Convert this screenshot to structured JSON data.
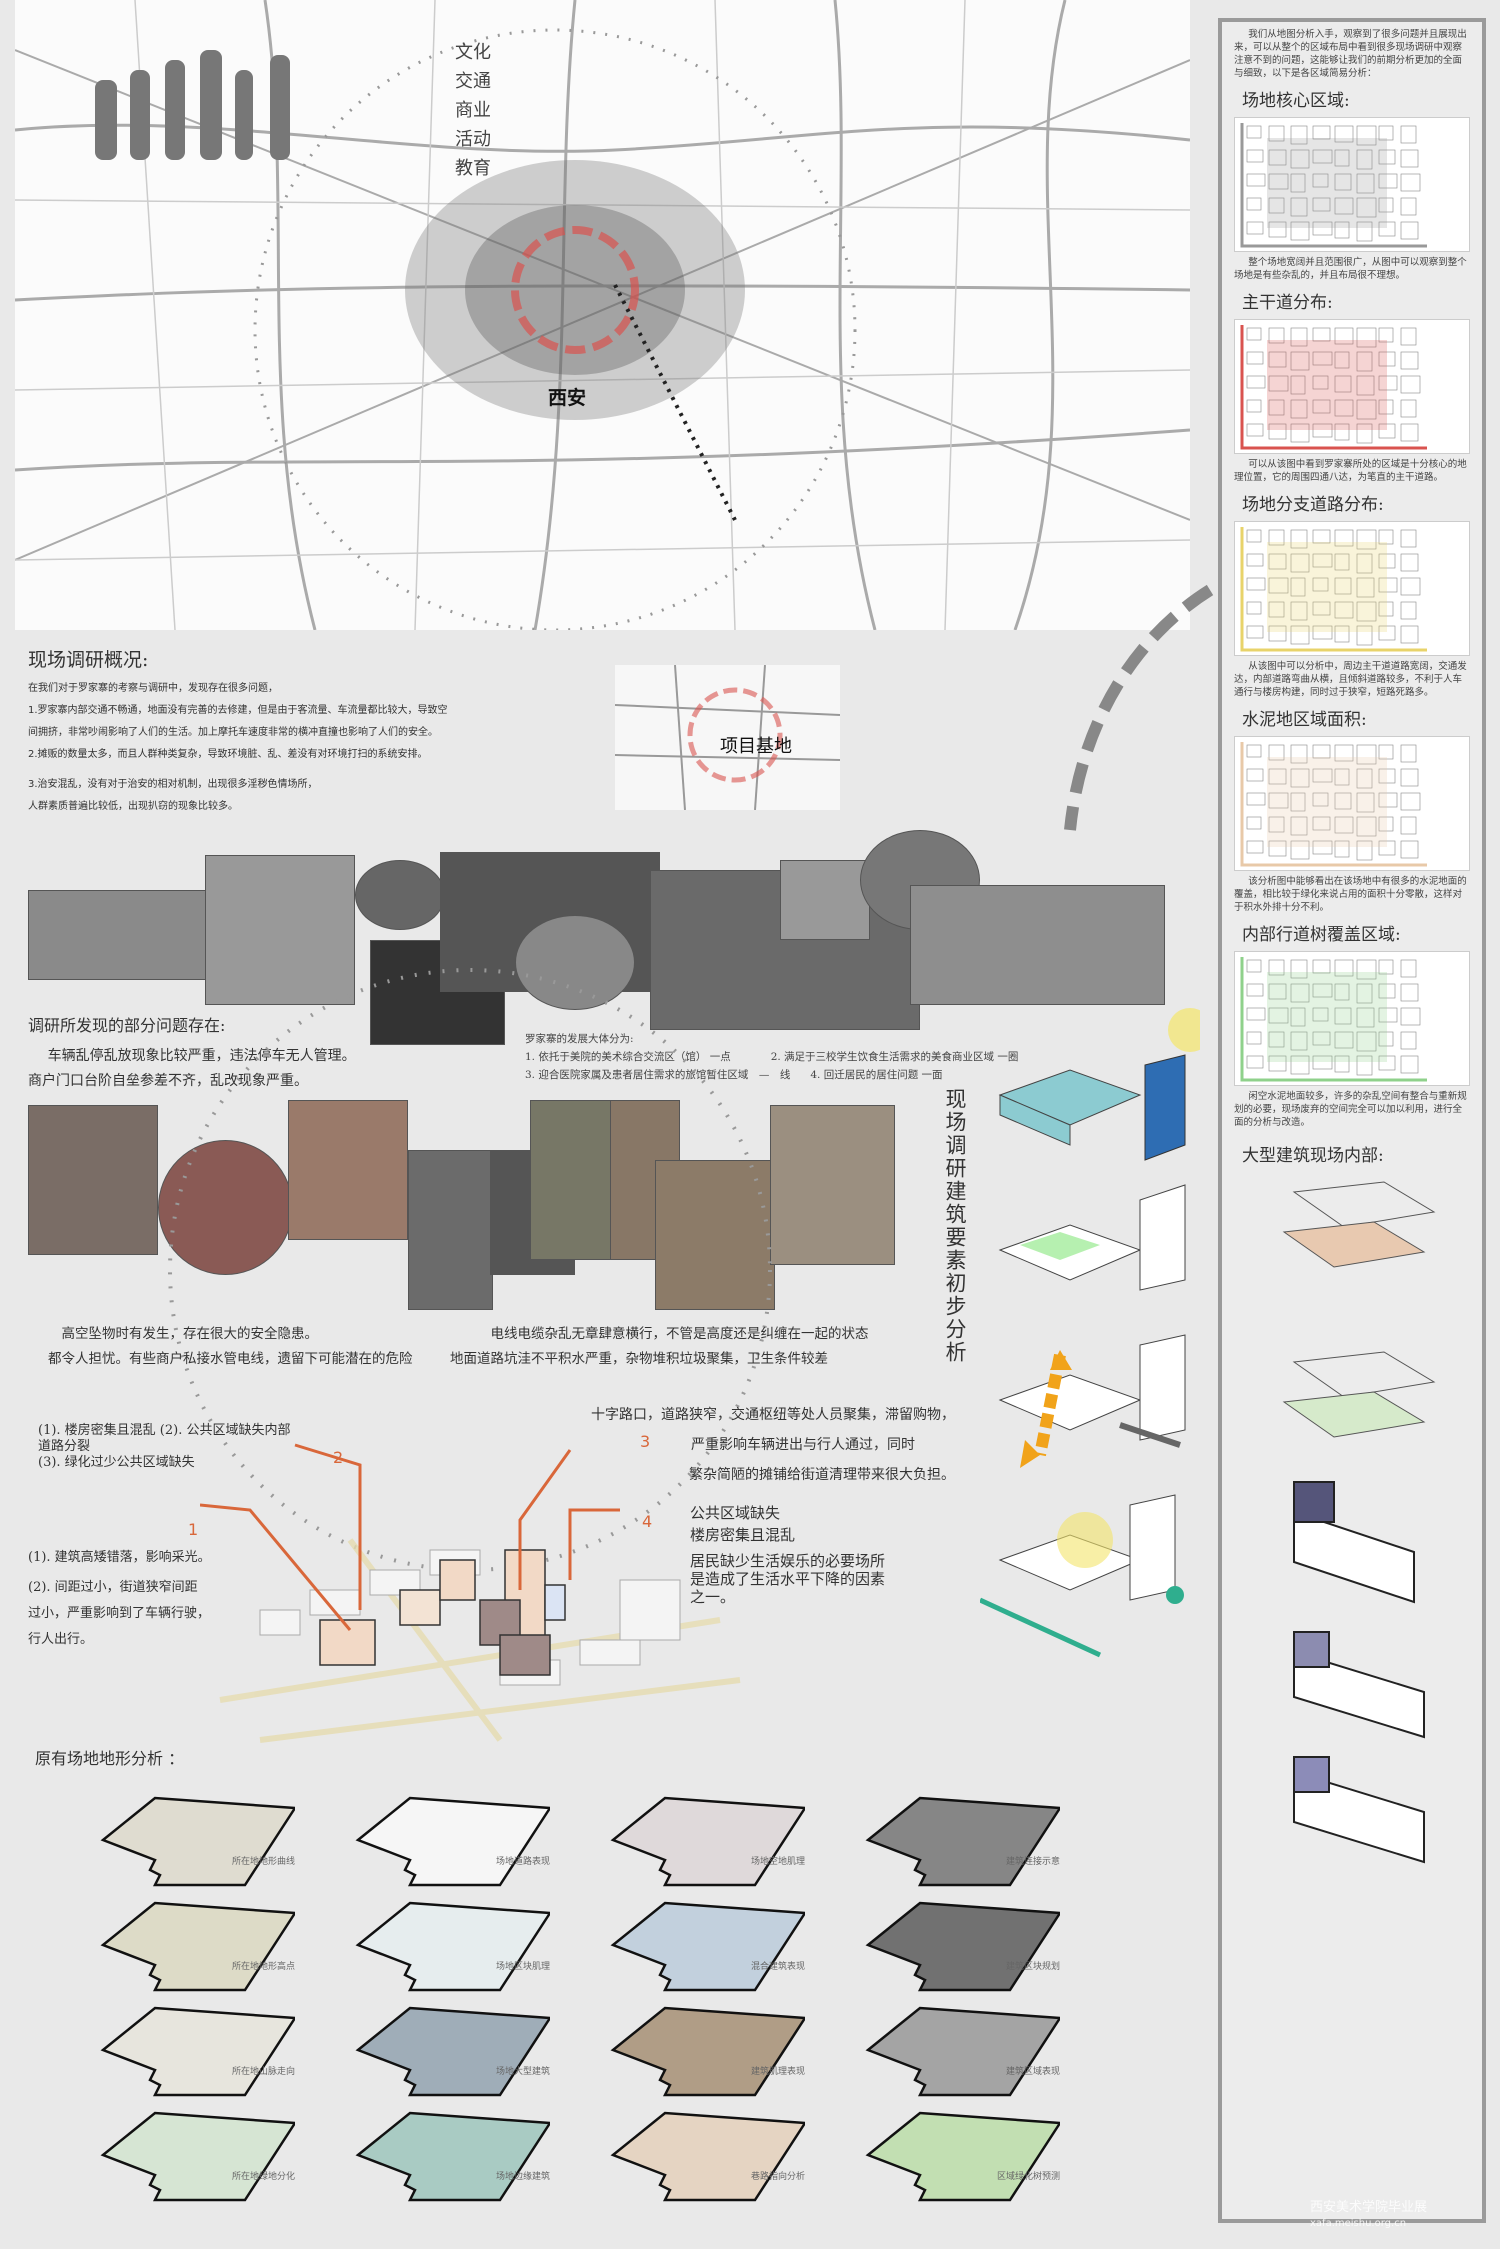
{
  "map": {
    "themes": [
      "文化",
      "交通",
      "商业",
      "活动",
      "教育"
    ],
    "city_label": "西安",
    "site_label": "项目基地"
  },
  "survey": {
    "title": "现场调研概况:",
    "lines": [
      "在我们对于罗家寨的考察与调研中，发现存在很多问题，",
      "1.罗家寨内部交通不畅通，地面没有完善的去修建，但是由于客流量、车流量都比较大，导致空",
      "间拥挤，非常吵闹影响了人们的生活。加上摩托车速度非常的横冲直撞也影响了人们的安全。",
      "2.摊贩的数量太多，而且人群种类复杂，导致环境脏、乱、差没有对环境打扫的系统安排。",
      "3.治安混乱，没有对于治安的相对机制，出现很多淫秽色情场所，",
      "人群素质普遍比较低，出现扒窃的现象比较多。"
    ]
  },
  "development": {
    "title": "罗家寨的发展大体分为:",
    "items": [
      "1. 依托于美院的美术综合交流区（馆） 一点",
      "2. 满足于三校学生饮食生活需求的美食商业区域 一圈",
      "3. 迎合医院家属及患者居住需求的旅馆暂住区域　—　线",
      "4. 回迁居民的居住问题 一面"
    ]
  },
  "problems": {
    "title": "调研所发现的部分问题存在:",
    "lines": [
      "车辆乱停乱放现象比较严重，违法停车无人管理。",
      "商户门口台阶自垒参差不齐，乱改现象严重。"
    ],
    "caption_left": [
      "高空坠物时有发生，存在很大的安全隐患。",
      "都令人担忧。有些商户私接水管电线，遗留下可能潜在的危险"
    ],
    "caption_right": [
      "电线电缆杂乱无章肆意横行，不管是高度还是纠缠在一起的状态",
      "地面道路坑洼不平积水严重，杂物堆积垃圾聚集，卫生条件较差"
    ]
  },
  "vertical_title": "现场调研建筑要素初步分析",
  "model": {
    "note_a": [
      "(1). 楼房密集且混乱  (2). 公共区域缺失内部",
      "道路分裂",
      "(3). 绿化过少公共区域缺失"
    ],
    "note_b": [
      "十字路口，道路狭窄，交通枢纽等处人员聚集，滞留购物，",
      "严重影响车辆进出与行人通过，同时",
      "繁杂简陋的摊铺给街道清理带来很大负担。"
    ],
    "note_c": [
      "公共区域缺失",
      "楼房密集且混乱",
      "居民缺少生活娱乐的必要场所",
      "是造成了生活水平下降的因素",
      "之一。"
    ],
    "note_d": [
      "(1). 建筑高矮错落，影响采光。",
      "(2). 间距过小，街道狭窄间距",
      "过小，严重影响到了车辆行驶，",
      "行人出行。"
    ],
    "markers": [
      "1",
      "2",
      "3",
      "4"
    ]
  },
  "terrain": {
    "title": "原有场地地形分析 ：",
    "labels": [
      "所在地地形曲线",
      "场地道路表现",
      "场地空地肌理",
      "建筑连接示意",
      "所在地地形高点",
      "场地区块肌理",
      "混合建筑表现",
      "建筑区块规划",
      "所在地山脉走向",
      "场地大型建筑",
      "建筑肌理表现",
      "建筑区域表现",
      "所在地绿地分化",
      "场地边缘建筑",
      "巷路指向分析",
      "区域绿化树预测"
    ],
    "fills": [
      "#d8d3c0",
      "#ffffff",
      "#d9cfd0",
      "#444444",
      "#d6d2b0",
      "#e4f0f2",
      "#a9c0d6",
      "#222222",
      "#e6e3d5",
      "#6e8598",
      "#8a6a45",
      "#777777",
      "#c9e3c4",
      "#7fb7aa",
      "#e2c7a8",
      "#a9d98e"
    ]
  },
  "sidebar": {
    "intro": "我们从地图分析入手，观察到了很多问题并且展现出来，可以从整个的区域布局中看到很多现场调研中观察注意不到的问题，这能够让我们的前期分析更加的全面与细致，以下是各区域简易分析：",
    "sections": [
      {
        "title": "场地核心区域:",
        "text": "整个场地宽阔并且范围很广，从图中可以观察到整个场地是有些杂乱的，并且布局很不理想。",
        "color": "#999999"
      },
      {
        "title": "主干道分布:",
        "text": "可以从该图中看到罗家寨所处的区域是十分核心的地理位置，它的周围四通八达，为笔直的主干道路。",
        "color": "#d9534f"
      },
      {
        "title": "场地分支道路分布:",
        "text": "从该图中可以分析中，周边主干道道路宽阔，交通发达，内部道路弯曲从横，且倾斜道路较多，不利于人车通行与楼房构建，同时过于狭窄，短路死路多。",
        "color": "#e8d36a"
      },
      {
        "title": "水泥地区域面积:",
        "text": "该分析图中能够看出在该场地中有很多的水泥地面的覆盖，相比较于绿化来说占用的面积十分零散，这样对于积水外排十分不利。",
        "color": "#e8c9a8"
      },
      {
        "title": "内部行道树覆盖区域:",
        "text": "闲空水泥地面较多，许多的杂乱空间有整合与重新规划的必要，现场废弃的空间完全可以加以利用，进行全面的分析与改造。",
        "color": "#8fd18b"
      }
    ],
    "bottom_title": "大型建筑现场内部:"
  },
  "watermark": {
    "text": "西安美术学院毕业展",
    "url": "xafa.meishu.org.cn"
  }
}
